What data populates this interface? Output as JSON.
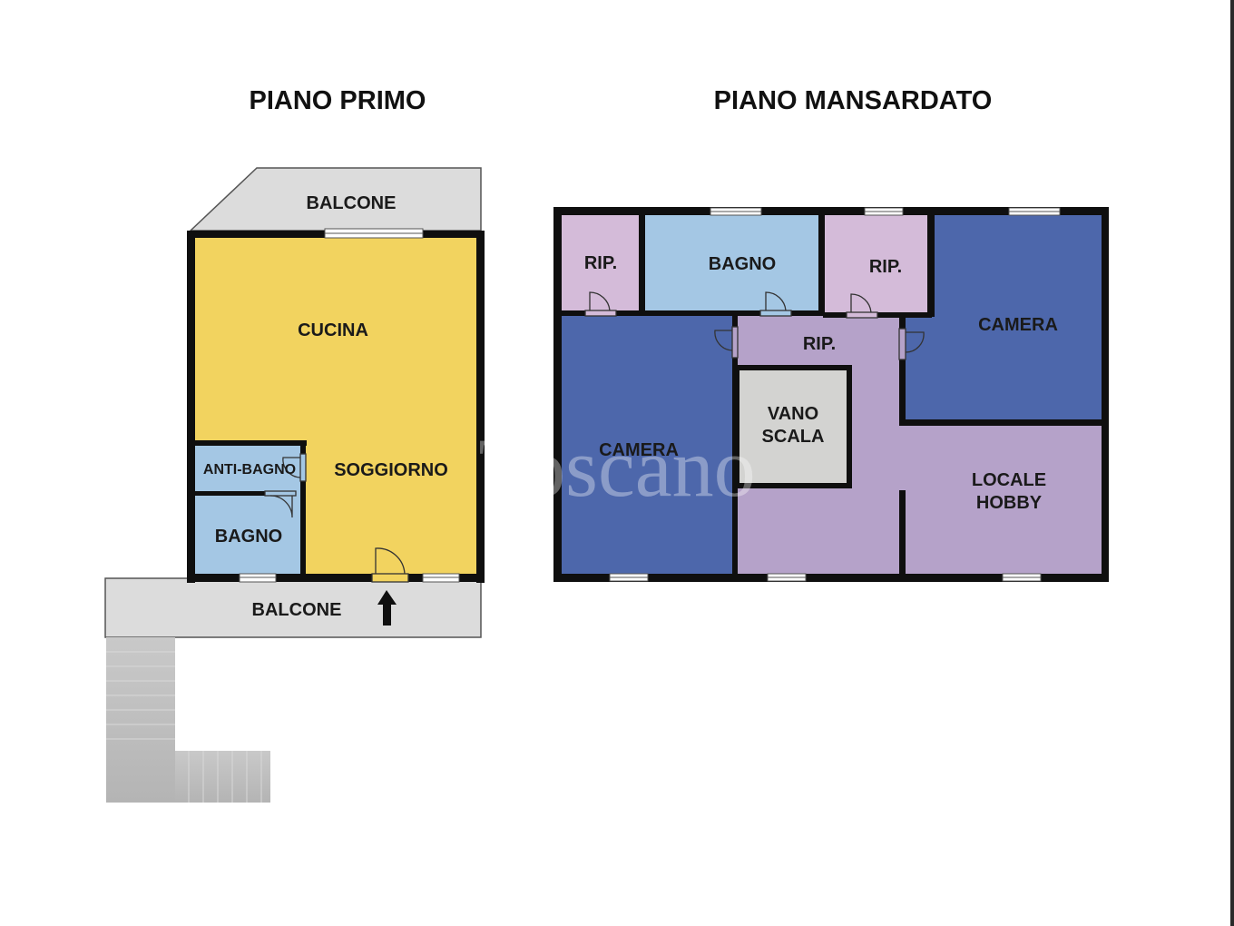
{
  "titles": {
    "left": "PIANO PRIMO",
    "right": "PIANO MANSARDATO"
  },
  "watermark": "Toscano",
  "colors": {
    "kitchen_living": "#f2d35f",
    "bathroom": "#a4c7e4",
    "storage_rip": "#d4bbd9",
    "bedroom": "#4d67ab",
    "hallway_hobby": "#b5a2c9",
    "stair_core": "#d3d3d1",
    "balcony": "#dcdcdc",
    "wall": "#0f0f0f"
  },
  "piano_primo": {
    "balcone_top": "BALCONE",
    "cucina": "CUCINA",
    "soggiorno": "SOGGIORNO",
    "anti_bagno": "ANTI-BAGNO",
    "bagno": "BAGNO",
    "balcone_bottom": "BALCONE"
  },
  "piano_mansardato": {
    "rip_1": "RIP.",
    "bagno": "BAGNO",
    "rip_2": "RIP.",
    "camera_right": "CAMERA",
    "rip_hall": "RIP.",
    "vano_scala_1": "VANO",
    "vano_scala_2": "SCALA",
    "camera_left": "CAMERA",
    "locale_hobby_1": "LOCALE",
    "locale_hobby_2": "HOBBY"
  },
  "icons": {
    "entrance": "entrance-arrow-icon",
    "door": "door-swing-icon",
    "window": "window-icon",
    "stairs": "staircase-icon"
  }
}
